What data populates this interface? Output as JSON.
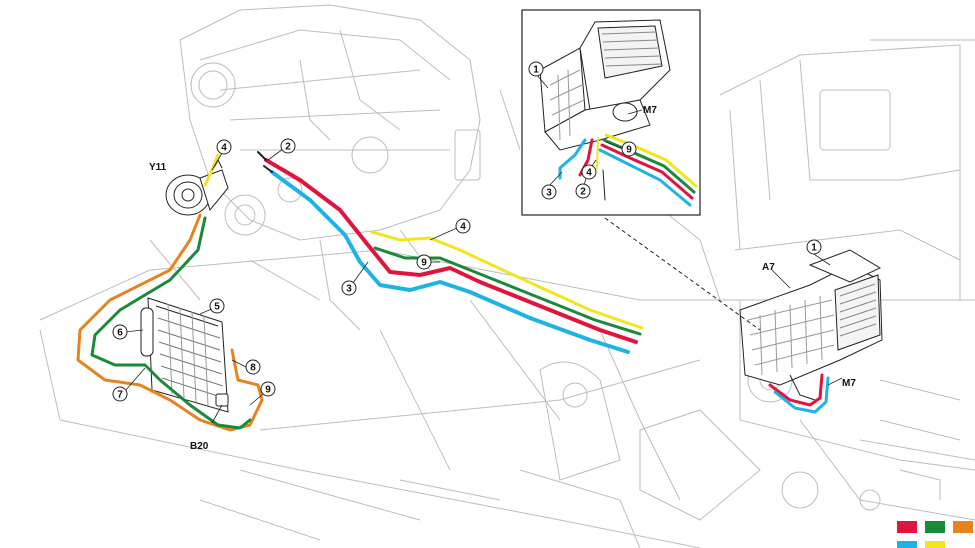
{
  "colors": {
    "red": "#e0143c",
    "green": "#1a8a3a",
    "orange": "#e8821e",
    "blue": "#1eb3e6",
    "yellow": "#f2e51c",
    "line_art": "#b9b9b9",
    "outline": "#222222"
  },
  "callouts": {
    "c1_inset": "1",
    "c2_inset": "2",
    "c3_inset": "3",
    "c4_inset": "4",
    "c9_inset": "9",
    "c4_comp": "4",
    "c2_main": "2",
    "c3_main": "3",
    "c4_main": "4",
    "c9_main": "9",
    "c5": "5",
    "c6": "6",
    "c7": "7",
    "c8": "8",
    "c9_cond": "9",
    "c1_unit": "1"
  },
  "labels": {
    "y11": "Y11",
    "m7_inset": "M7",
    "a7": "A7",
    "m7_unit": "M7",
    "b20": "B20"
  },
  "legend": {
    "swatches": [
      "red",
      "green",
      "orange",
      "blue",
      "yellow"
    ]
  }
}
